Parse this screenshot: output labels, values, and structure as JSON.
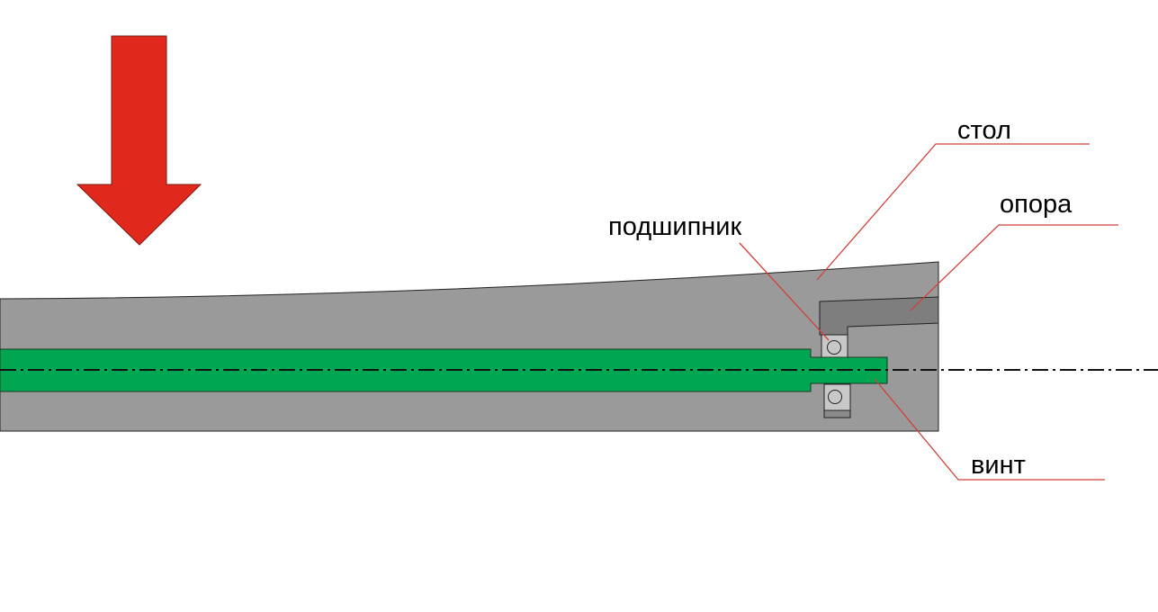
{
  "labels": {
    "table": "стол",
    "support": "опора",
    "bearing": "подшипник",
    "screw": "винт"
  },
  "colors": {
    "arrow": "#e0281c",
    "table": "#9a9a9a",
    "support": "#7e7e7e",
    "bearing": "#c8c8c8",
    "screw": "#00a651",
    "leader": "#d0403a"
  }
}
